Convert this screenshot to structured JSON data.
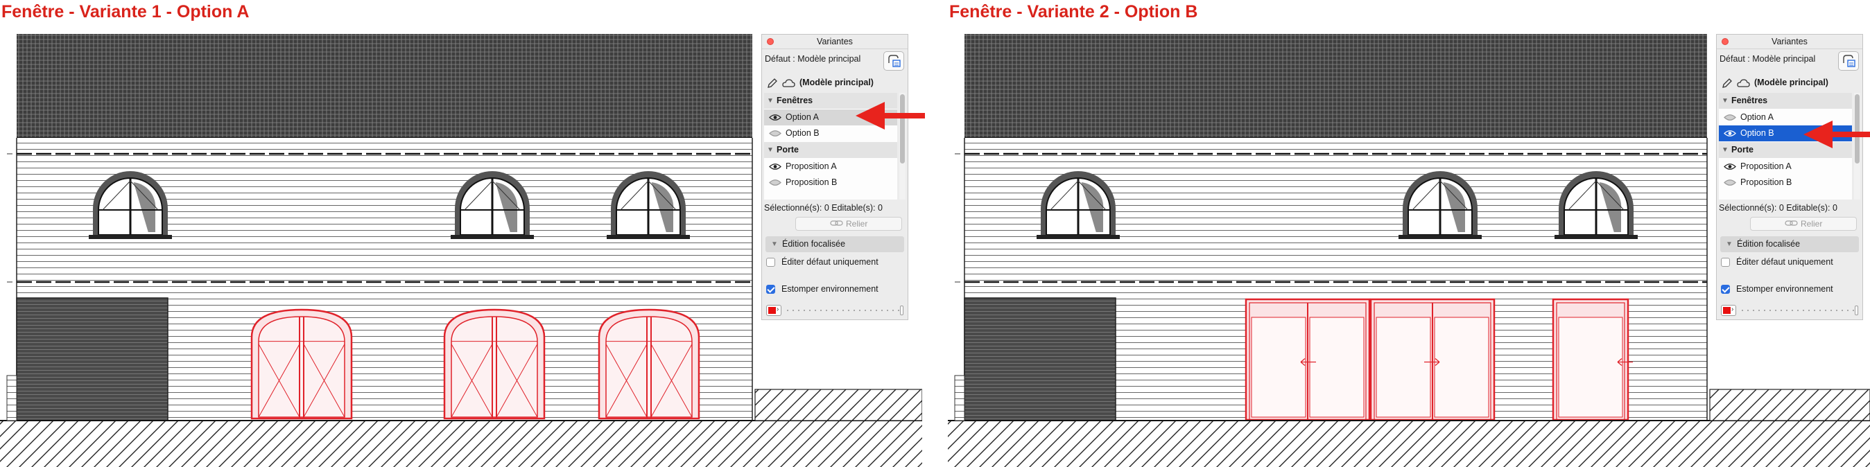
{
  "figures": [
    {
      "title": "Fenêtre - Variante 1 - Option A",
      "window_style": "arched",
      "door_style": "arched",
      "palette": {
        "title": "Variantes",
        "default_label": "Défaut : Modèle principal",
        "main_model_label": "(Modèle principal)",
        "groups": [
          {
            "label": "Fenêtres",
            "items": [
              {
                "label": "Option A",
                "visible": true,
                "selected": "grey"
              },
              {
                "label": "Option B",
                "visible": false,
                "selected": "none"
              }
            ]
          },
          {
            "label": "Porte",
            "items": [
              {
                "label": "Proposition A",
                "visible": true,
                "selected": "none"
              },
              {
                "label": "Proposition B",
                "visible": false,
                "selected": "none"
              }
            ]
          }
        ],
        "status": "Sélectionné(s): 0 Editable(s): 0",
        "link_button": "Relier",
        "focused_edit": "Édition focalisée",
        "edit_default_only": "Éditer défaut uniquement",
        "edit_default_only_checked": false,
        "blur_environment": "Estomper environnement",
        "blur_environment_checked": true
      }
    },
    {
      "title": "Fenêtre - Variante 2 - Option B",
      "window_style": "arched",
      "door_style": "rectangular",
      "palette": {
        "title": "Variantes",
        "default_label": "Défaut : Modèle principal",
        "main_model_label": "(Modèle principal)",
        "groups": [
          {
            "label": "Fenêtres",
            "items": [
              {
                "label": "Option A",
                "visible": false,
                "selected": "none"
              },
              {
                "label": "Option B",
                "visible": true,
                "selected": "blue"
              }
            ]
          },
          {
            "label": "Porte",
            "items": [
              {
                "label": "Proposition A",
                "visible": true,
                "selected": "none"
              },
              {
                "label": "Proposition B",
                "visible": false,
                "selected": "none"
              }
            ]
          }
        ],
        "status": "Sélectionné(s): 0 Editable(s): 0",
        "link_button": "Relier",
        "focused_edit": "Édition focalisée",
        "edit_default_only": "Éditer défaut uniquement",
        "edit_default_only_checked": false,
        "blur_environment": "Estomper environnement",
        "blur_environment_checked": true
      }
    }
  ],
  "colors": {
    "title_red": "#d9231b",
    "variant_red": "#e0222a",
    "variant_fill": "#fbe3e5",
    "selection_blue": "#1a5fd1",
    "arrow_red": "#e8231d"
  },
  "icons": [
    "close-icon",
    "pencil-icon",
    "cloud-icon",
    "eye-icon",
    "link-icon",
    "model-layers-icon",
    "chevron-down-icon",
    "red-arrow-pointer"
  ]
}
